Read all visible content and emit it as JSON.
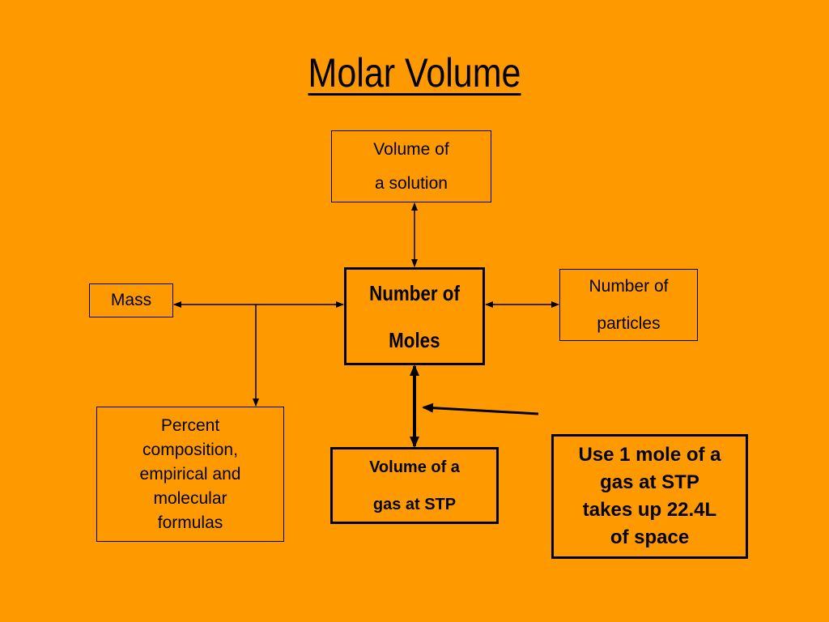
{
  "slide": {
    "background": "#FF9900",
    "title": "Molar Volume"
  },
  "nodes": {
    "solution": {
      "lines": [
        "Volume of",
        "a solution"
      ]
    },
    "mass": {
      "lines": [
        "Mass"
      ]
    },
    "moles": {
      "lines": [
        "Number of",
        "Moles"
      ]
    },
    "particles": {
      "lines": [
        "Number of",
        "particles"
      ]
    },
    "percent": {
      "lines": [
        "Percent",
        "composition,",
        "empirical and",
        "molecular",
        "formulas"
      ]
    },
    "gas": {
      "lines": [
        "Volume of a",
        "gas at STP"
      ]
    },
    "note": {
      "lines": [
        "Use 1 mole of a",
        "gas at STP",
        "takes up 22.4L",
        "of space"
      ]
    }
  },
  "colors": {
    "line": "#000000",
    "box_fill": "transparent"
  }
}
